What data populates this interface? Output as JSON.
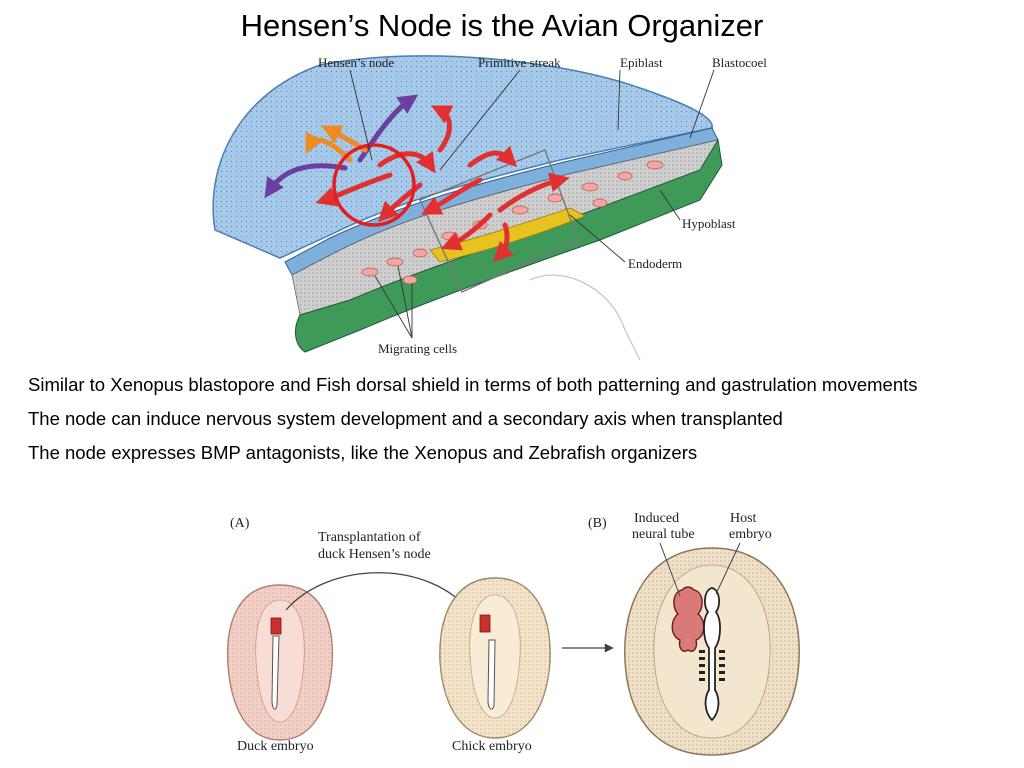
{
  "slide": {
    "title": "Hensen’s Node is the Avian Organizer"
  },
  "figure_top": {
    "labels": {
      "hensens_node": "Hensen’s node",
      "primitive_streak": "Primitive streak",
      "epiblast": "Epiblast",
      "blastocoel": "Blastocoel",
      "hypoblast": "Hypoblast",
      "endoderm": "Endoderm",
      "migrating_cells": "Migrating cells"
    },
    "colors": {
      "epiblast_blue": "#9ec4e6",
      "cell_blue": "#7fb0dc",
      "hypoblast_green": "#3f9a5a",
      "endoderm_yellow": "#e8c21f",
      "mesoderm_pink": "#f2a7a0",
      "arrow_red": "#e0302f",
      "arrow_purple": "#6a3fa0",
      "arrow_orange": "#f08a24",
      "highlight_circle": "#e41e1e"
    }
  },
  "bullets": [
    "Similar to Xenopus blastopore and Fish dorsal shield in terms of both patterning and gastrulation movements",
    "The node can induce nervous system development and a secondary axis when transplanted",
    "The node expresses BMP antagonists, like the Xenopus and Zebrafish organizers"
  ],
  "figure_bottom": {
    "panel_a_label": "(A)",
    "panel_b_label": "(B)",
    "transplant_label_1": "Transplantation of",
    "transplant_label_2": "duck Hensen’s node",
    "duck_embryo": "Duck embryo",
    "chick_embryo": "Chick embryo",
    "induced_label_1": "Induced",
    "induced_label_2": "neural tube",
    "host_label_1": "Host",
    "host_label_2": "embryo",
    "colors": {
      "duck_fill": "#f3cfc6",
      "chick_fill": "#f4e3c8",
      "host_fill": "#efe0c8",
      "graft_red": "#c8302c"
    }
  }
}
